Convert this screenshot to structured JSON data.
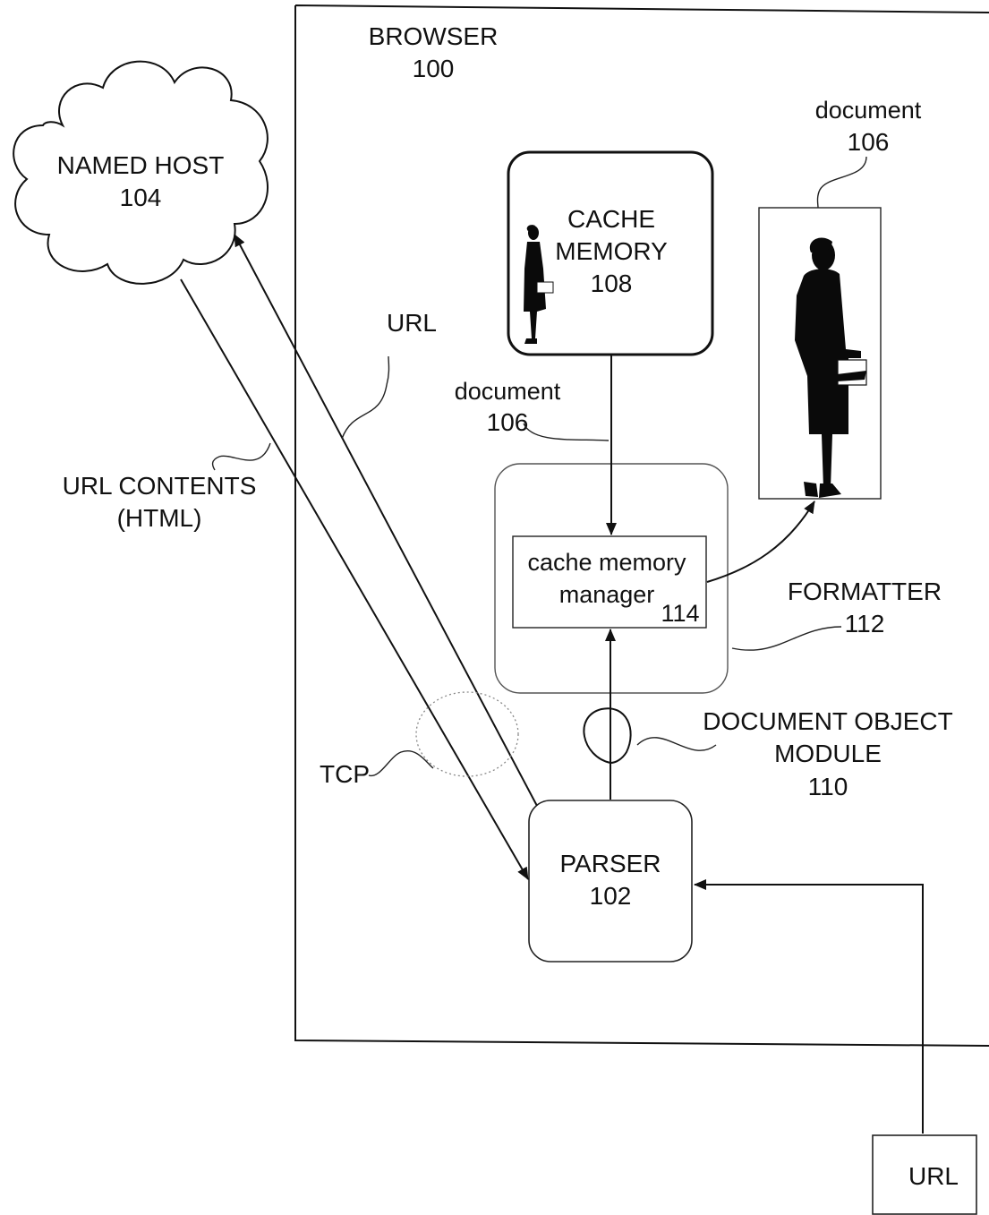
{
  "browser": {
    "title": "BROWSER",
    "number": "100"
  },
  "named_host": {
    "title": "NAMED HOST",
    "number": "104"
  },
  "cache_memory": {
    "line1": "CACHE",
    "line2": "MEMORY",
    "number": "108"
  },
  "document_top": {
    "title": "document",
    "number": "106"
  },
  "document_mid": {
    "title": "document",
    "number": "106"
  },
  "url_arrow_label": "URL",
  "url_contents": {
    "line1": "URL CONTENTS",
    "line2": "(HTML)"
  },
  "cache_manager": {
    "line1": "cache memory",
    "line2": "manager",
    "number": "114"
  },
  "formatter": {
    "title": "FORMATTER",
    "number": "112"
  },
  "dom": {
    "line1": "DOCUMENT OBJECT",
    "line2": "MODULE",
    "number": "110"
  },
  "tcp_label": "TCP",
  "parser": {
    "title": "PARSER",
    "number": "102"
  },
  "url_box_label": "URL"
}
